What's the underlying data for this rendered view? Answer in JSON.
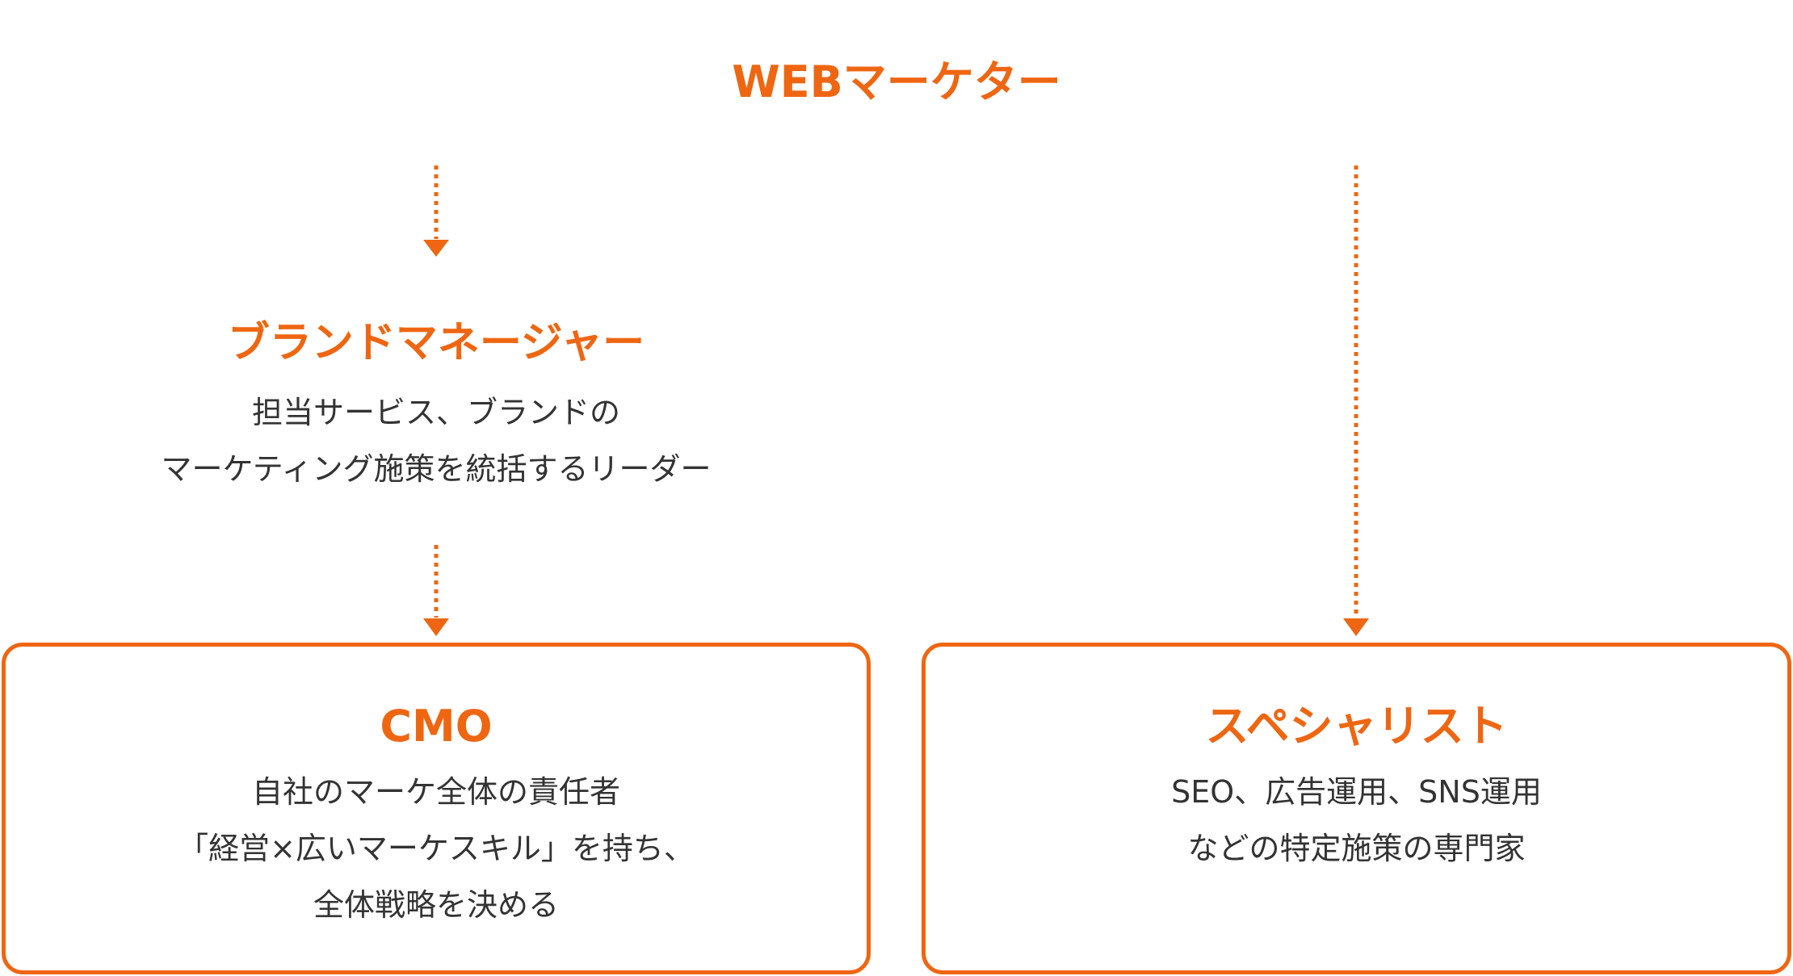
{
  "root": {
    "title": "WEBマーケター"
  },
  "brand_manager": {
    "title": "ブランドマネージャー",
    "desc_line1": "担当サービス、ブランドの",
    "desc_line2": "マーケティング施策を統括するリーダー"
  },
  "cmo": {
    "title": "CMO",
    "desc_line1": "自社のマーケ全体の責任者",
    "desc_line2": "「経営×広いマーケスキル」を持ち、",
    "desc_line3": "全体戦略を決める"
  },
  "specialist": {
    "title": "スペシャリスト",
    "desc_line1": "SEO、広告運用、SNS運用",
    "desc_line2": "などの特定施策の専門家"
  },
  "colors": {
    "accent": "#ef6612",
    "text": "#333333",
    "background": "#ffffff"
  }
}
